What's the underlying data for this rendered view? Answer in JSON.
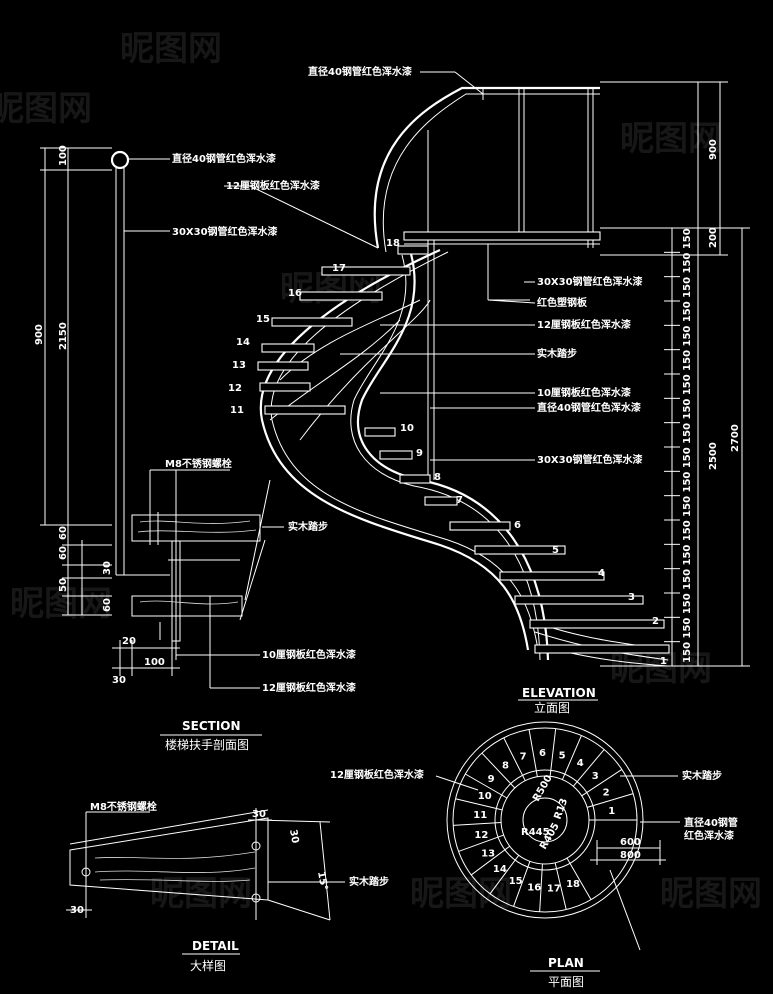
{
  "elevation": {
    "title_en": "ELEVATION",
    "title_cn": "立面图",
    "step_numbers": [
      "1",
      "2",
      "3",
      "4",
      "5",
      "6",
      "7",
      "8",
      "9",
      "10",
      "11",
      "12",
      "13",
      "14",
      "15",
      "16",
      "17",
      "18"
    ],
    "callouts": {
      "top_rail": "直径40钢管红色浑水漆",
      "c1": "30X30钢管红色浑水漆",
      "c2": "红色塑钢板",
      "c3": "12厘钢板红色浑水漆",
      "c4": "实木踏步",
      "c5": "10厘钢板红色浑水漆",
      "c6": "直径40钢管红色浑水漆",
      "c7": "30X30钢管红色浑水漆"
    },
    "dims_right": [
      "150",
      "150",
      "150",
      "150",
      "150",
      "150",
      "150",
      "150",
      "150",
      "150",
      "150",
      "150",
      "150",
      "150",
      "150",
      "150",
      "150",
      "150"
    ],
    "dim_900": "900",
    "dim_200": "200",
    "dim_2500": "2500",
    "dim_2700": "2700"
  },
  "section": {
    "title_en": "SECTION",
    "title_cn": "楼梯扶手剖面图",
    "callouts": {
      "pipe": "直径40钢管红色浑水漆",
      "plate12": "12厘钢板红色浑水漆",
      "bar30": "30X30钢管红色浑水漆",
      "bolt": "M8不锈钢螺栓",
      "tread": "实木踏步",
      "plate10": "10厘钢板红色浑水漆",
      "plate12b": "12厘钢板红色浑水漆"
    },
    "dims_left": [
      "100",
      "900",
      "2150",
      "60",
      "60",
      "30",
      "50",
      "60"
    ],
    "dims_bottom": [
      "20",
      "100",
      "30"
    ]
  },
  "plan": {
    "title_en": "PLAN",
    "title_cn": "平面图",
    "step_numbers": [
      "1",
      "2",
      "3",
      "4",
      "5",
      "6",
      "7",
      "8",
      "9",
      "10",
      "11",
      "12",
      "13",
      "14",
      "15",
      "16",
      "17",
      "18"
    ],
    "callouts": {
      "plate12": "12厘钢板红色浑水漆",
      "tread": "实木踏步",
      "pipe_l1": "直径40钢管",
      "pipe_l2": "红色浑水漆"
    },
    "radii": [
      "R500",
      "R445",
      "R405",
      "R13"
    ],
    "dim_600": "600",
    "dim_800": "800"
  },
  "detail": {
    "title_en": "DETAIL",
    "title_cn": "大样图",
    "callouts": {
      "bolt": "M8不锈钢螺栓",
      "tread": "实木踏步"
    },
    "dims": [
      "30",
      "30",
      "15°",
      "30"
    ]
  },
  "watermark": "昵图网"
}
